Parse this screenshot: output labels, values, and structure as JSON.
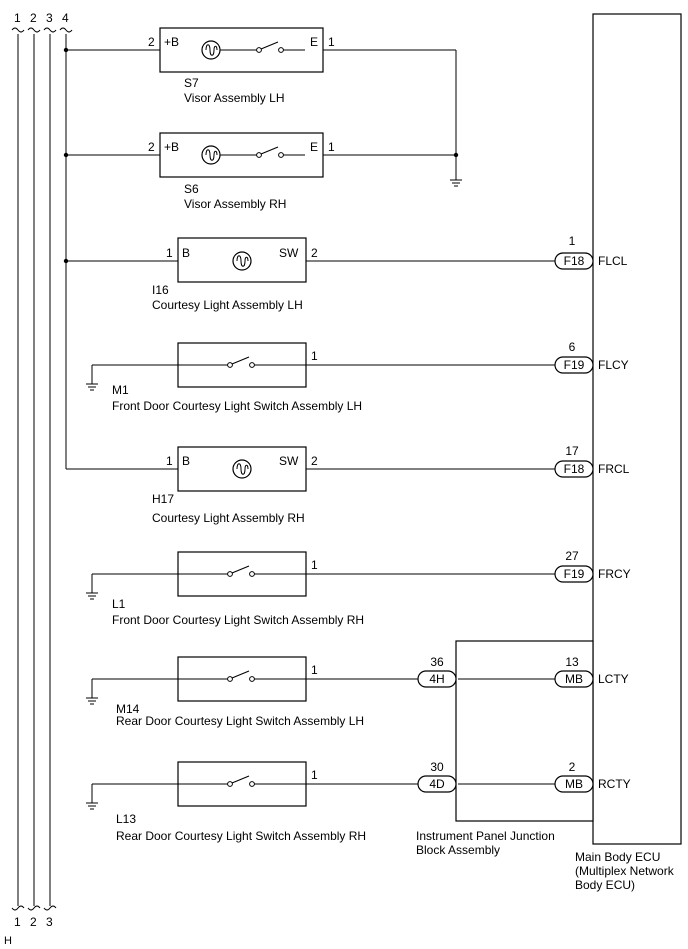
{
  "rails": {
    "top": [
      "1",
      "2",
      "3",
      "4"
    ],
    "bottom": [
      "1",
      "2",
      "3"
    ],
    "page_marker": "H"
  },
  "components": {
    "s7": {
      "code": "S7",
      "name": "Visor Assembly LH",
      "pin_left": "2",
      "pin_left_label": "+B",
      "pin_right": "1",
      "pin_right_label": "E"
    },
    "s6": {
      "code": "S6",
      "name": "Visor Assembly RH",
      "pin_left": "2",
      "pin_left_label": "+B",
      "pin_right": "1",
      "pin_right_label": "E"
    },
    "i16": {
      "code": "I16",
      "name": "Courtesy Light Assembly LH",
      "pin_left": "1",
      "pin_left_label": "B",
      "pin_right": "2",
      "pin_right_label": "SW"
    },
    "m1": {
      "code": "M1",
      "name": "Front Door Courtesy Light Switch Assembly LH",
      "pin_right": "1"
    },
    "h17": {
      "code": "H17",
      "name": "Courtesy Light Assembly RH",
      "pin_left": "1",
      "pin_left_label": "B",
      "pin_right": "2",
      "pin_right_label": "SW"
    },
    "l1": {
      "code": "L1",
      "name": "Front Door Courtesy Light Switch Assembly RH",
      "pin_right": "1"
    },
    "m14": {
      "code": "M14",
      "name": "Rear Door Courtesy Light Switch Assembly LH",
      "pin_right": "1"
    },
    "l13": {
      "code": "L13",
      "name": "Rear Door Courtesy Light Switch Assembly RH",
      "pin_right": "1"
    }
  },
  "ecu_connections": [
    {
      "pin": "1",
      "connector": "F18",
      "signal": "FLCL"
    },
    {
      "pin": "6",
      "connector": "F19",
      "signal": "FLCY"
    },
    {
      "pin": "17",
      "connector": "F18",
      "signal": "FRCL"
    },
    {
      "pin": "27",
      "connector": "F19",
      "signal": "FRCY"
    },
    {
      "pin": "13",
      "connector": "MB",
      "signal": "LCTY"
    },
    {
      "pin": "2",
      "connector": "MB",
      "signal": "RCTY"
    }
  ],
  "junction_connections": [
    {
      "pin": "36",
      "connector": "4H"
    },
    {
      "pin": "30",
      "connector": "4D"
    }
  ],
  "junction_block": {
    "name_line1": "Instrument Panel Junction",
    "name_line2": "Block Assembly"
  },
  "ecu": {
    "name_line1": "Main Body ECU",
    "name_line2": "(Multiplex Network",
    "name_line3": "Body ECU)"
  }
}
